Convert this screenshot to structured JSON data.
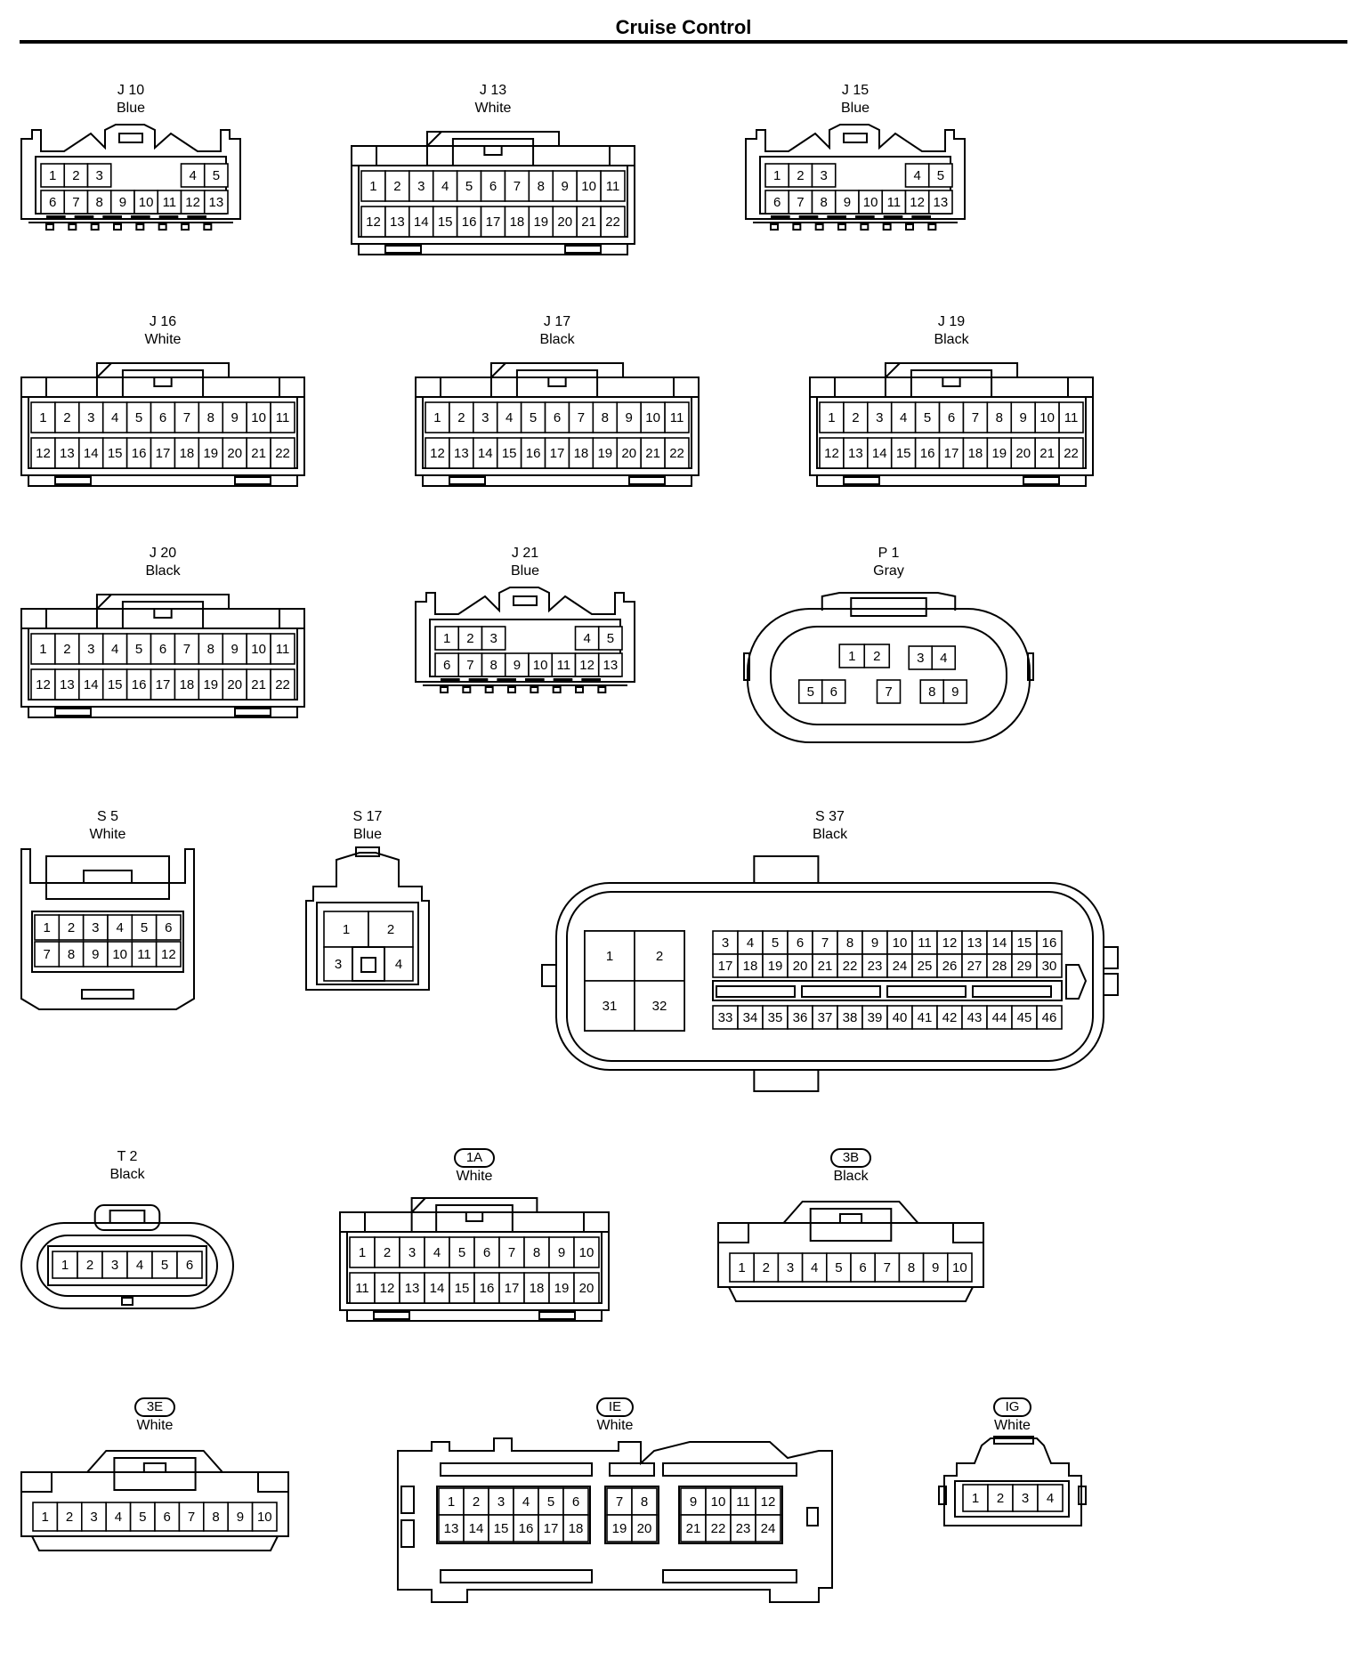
{
  "title": "Cruise Control",
  "connectors": [
    {
      "id": "j10",
      "code": "J 10",
      "color": "Blue",
      "style": "tabbed",
      "rows": [
        [
          "1",
          "2",
          "3",
          "",
          "",
          "",
          "",
          "4",
          "5"
        ],
        [
          "6",
          "7",
          "8",
          "9",
          "10",
          "11",
          "12",
          "13"
        ]
      ]
    },
    {
      "id": "j13",
      "code": "J 13",
      "color": "White",
      "style": "hood",
      "rows": [
        [
          "1",
          "2",
          "3",
          "4",
          "5",
          "6",
          "7",
          "8",
          "9",
          "10",
          "11"
        ],
        [
          "12",
          "13",
          "14",
          "15",
          "16",
          "17",
          "18",
          "19",
          "20",
          "21",
          "22"
        ]
      ]
    },
    {
      "id": "j15",
      "code": "J 15",
      "color": "Blue",
      "style": "tabbed",
      "rows": [
        [
          "1",
          "2",
          "3",
          "",
          "",
          "",
          "",
          "4",
          "5"
        ],
        [
          "6",
          "7",
          "8",
          "9",
          "10",
          "11",
          "12",
          "13"
        ]
      ]
    },
    {
      "id": "j16",
      "code": "J 16",
      "color": "White",
      "style": "hood",
      "rows": [
        [
          "1",
          "2",
          "3",
          "4",
          "5",
          "6",
          "7",
          "8",
          "9",
          "10",
          "11"
        ],
        [
          "12",
          "13",
          "14",
          "15",
          "16",
          "17",
          "18",
          "19",
          "20",
          "21",
          "22"
        ]
      ]
    },
    {
      "id": "j17",
      "code": "J 17",
      "color": "Black",
      "style": "hood",
      "rows": [
        [
          "1",
          "2",
          "3",
          "4",
          "5",
          "6",
          "7",
          "8",
          "9",
          "10",
          "11"
        ],
        [
          "12",
          "13",
          "14",
          "15",
          "16",
          "17",
          "18",
          "19",
          "20",
          "21",
          "22"
        ]
      ]
    },
    {
      "id": "j19",
      "code": "J 19",
      "color": "Black",
      "style": "hood",
      "rows": [
        [
          "1",
          "2",
          "3",
          "4",
          "5",
          "6",
          "7",
          "8",
          "9",
          "10",
          "11"
        ],
        [
          "12",
          "13",
          "14",
          "15",
          "16",
          "17",
          "18",
          "19",
          "20",
          "21",
          "22"
        ]
      ]
    },
    {
      "id": "j20",
      "code": "J 20",
      "color": "Black",
      "style": "hood",
      "rows": [
        [
          "1",
          "2",
          "3",
          "4",
          "5",
          "6",
          "7",
          "8",
          "9",
          "10",
          "11"
        ],
        [
          "12",
          "13",
          "14",
          "15",
          "16",
          "17",
          "18",
          "19",
          "20",
          "21",
          "22"
        ]
      ]
    },
    {
      "id": "j21",
      "code": "J 21",
      "color": "Blue",
      "style": "tabbed",
      "rows": [
        [
          "1",
          "2",
          "3",
          "",
          "",
          "",
          "",
          "4",
          "5"
        ],
        [
          "6",
          "7",
          "8",
          "9",
          "10",
          "11",
          "12",
          "13"
        ]
      ]
    },
    {
      "id": "p1",
      "code": "P 1",
      "color": "Gray",
      "style": "oval9",
      "pins": [
        "1",
        "2",
        "3",
        "4",
        "5",
        "6",
        "7",
        "8",
        "9"
      ]
    },
    {
      "id": "s5",
      "code": "S 5",
      "color": "White",
      "style": "s5",
      "rows": [
        [
          "1",
          "2",
          "3",
          "4",
          "5",
          "6"
        ],
        [
          "7",
          "8",
          "9",
          "10",
          "11",
          "12"
        ]
      ]
    },
    {
      "id": "s17",
      "code": "S 17",
      "color": "Blue",
      "style": "quad",
      "pins": [
        "1",
        "2",
        "3",
        "4"
      ]
    },
    {
      "id": "s37",
      "code": "S 37",
      "color": "Black",
      "style": "ecu",
      "big": [
        "1",
        "2",
        "31",
        "32"
      ],
      "top1": [
        "3",
        "4",
        "5",
        "6",
        "7",
        "8",
        "9",
        "10",
        "11",
        "12",
        "13",
        "14",
        "15",
        "16"
      ],
      "top2": [
        "17",
        "18",
        "19",
        "20",
        "21",
        "22",
        "23",
        "24",
        "25",
        "26",
        "27",
        "28",
        "29",
        "30"
      ],
      "bottom": [
        "33",
        "34",
        "35",
        "36",
        "37",
        "38",
        "39",
        "40",
        "41",
        "42",
        "43",
        "44",
        "45",
        "46"
      ]
    },
    {
      "id": "t2",
      "code": "T 2",
      "color": "Black",
      "style": "oval6",
      "pins": [
        "1",
        "2",
        "3",
        "4",
        "5",
        "6"
      ]
    },
    {
      "id": "1a",
      "code": "1A",
      "color": "White",
      "style": "hood",
      "badge": true,
      "rows": [
        [
          "1",
          "2",
          "3",
          "4",
          "5",
          "6",
          "7",
          "8",
          "9",
          "10"
        ],
        [
          "11",
          "12",
          "13",
          "14",
          "15",
          "16",
          "17",
          "18",
          "19",
          "20"
        ]
      ]
    },
    {
      "id": "3b",
      "code": "3B",
      "color": "Black",
      "style": "hood1",
      "badge": true,
      "rows": [
        [
          "1",
          "2",
          "3",
          "4",
          "5",
          "6",
          "7",
          "8",
          "9",
          "10"
        ]
      ]
    },
    {
      "id": "3e",
      "code": "3E",
      "color": "White",
      "style": "hood1",
      "badge": true,
      "rows": [
        [
          "1",
          "2",
          "3",
          "4",
          "5",
          "6",
          "7",
          "8",
          "9",
          "10"
        ]
      ]
    },
    {
      "id": "ie",
      "code": "IE",
      "color": "White",
      "style": "multi",
      "badge": true,
      "groups": [
        [
          [
            "1",
            "2",
            "3",
            "4",
            "5",
            "6"
          ],
          [
            "13",
            "14",
            "15",
            "16",
            "17",
            "18"
          ]
        ],
        [
          [
            "7",
            "8"
          ],
          [
            "19",
            "20"
          ]
        ],
        [
          [
            "9",
            "10",
            "11",
            "12"
          ],
          [
            "21",
            "22",
            "23",
            "24"
          ]
        ]
      ]
    },
    {
      "id": "ig",
      "code": "IG",
      "color": "White",
      "style": "small4",
      "badge": true,
      "pins": [
        "1",
        "2",
        "3",
        "4"
      ]
    }
  ]
}
